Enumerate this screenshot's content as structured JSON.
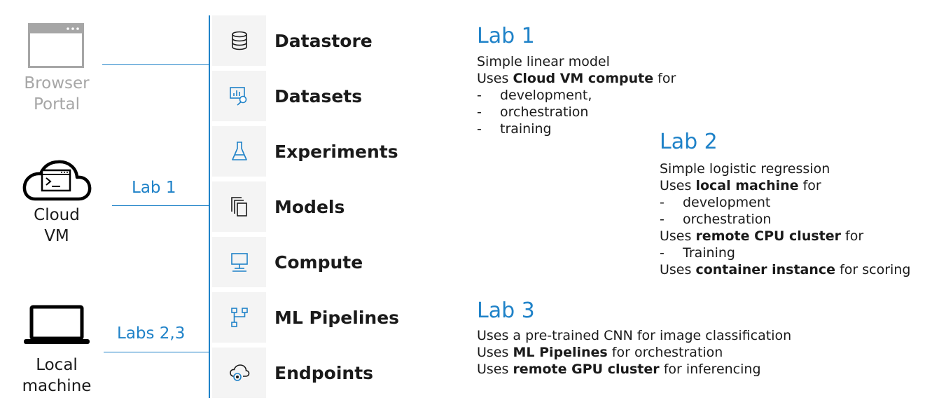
{
  "clients": {
    "browser": {
      "label_line1": "Browser",
      "label_line2": "Portal",
      "icon": "browser-window-icon"
    },
    "cloud_vm": {
      "label_line1": "Cloud",
      "label_line2": "VM",
      "icon": "cloud-terminal-icon",
      "connector_label": "Lab 1"
    },
    "local": {
      "label_line1": "Local",
      "label_line2": "machine",
      "icon": "laptop-icon",
      "connector_label": "Labs 2,3"
    }
  },
  "services": [
    {
      "label": "Datastore",
      "icon": "database-icon"
    },
    {
      "label": "Datasets",
      "icon": "dataset-chart-search-icon"
    },
    {
      "label": "Experiments",
      "icon": "flask-icon"
    },
    {
      "label": "Models",
      "icon": "stacked-documents-icon"
    },
    {
      "label": "Compute",
      "icon": "monitor-icon"
    },
    {
      "label": "ML Pipelines",
      "icon": "pipeline-icon"
    },
    {
      "label": "Endpoints",
      "icon": "cloud-endpoint-icon"
    }
  ],
  "lab1": {
    "title": "Lab 1",
    "line1": "Simple linear model",
    "line2_pre": "Uses ",
    "line2_bold": "Cloud VM compute",
    "line2_post": " for",
    "bullet_dash": "-",
    "bullets": [
      "development,",
      "orchestration",
      "training"
    ]
  },
  "lab2": {
    "title": "Lab 2",
    "line1": "Simple logistic regression",
    "line2_pre": "Uses ",
    "line2_bold": "local machine",
    "line2_post": " for",
    "bullets_a": [
      "development",
      "orchestration"
    ],
    "line3_pre": "Uses ",
    "line3_bold": "remote CPU cluster",
    "line3_post": " for",
    "bullets_b": [
      "Training"
    ],
    "line4_pre": "Uses ",
    "line4_bold": "container instance",
    "line4_post": " for scoring"
  },
  "lab3": {
    "title": "Lab 3",
    "line1": "Uses a pre-trained CNN for image classification",
    "line2_pre": "Uses ",
    "line2_bold": "ML Pipelines",
    "line2_post": " for orchestration",
    "line3_pre": "Uses ",
    "line3_bold": "remote GPU cluster",
    "line3_post": " for inferencing"
  },
  "colors": {
    "accent": "#1f82c8",
    "muted": "#a6a6a6",
    "tile_bg": "#f4f4f4",
    "text": "#1a1a1a"
  }
}
